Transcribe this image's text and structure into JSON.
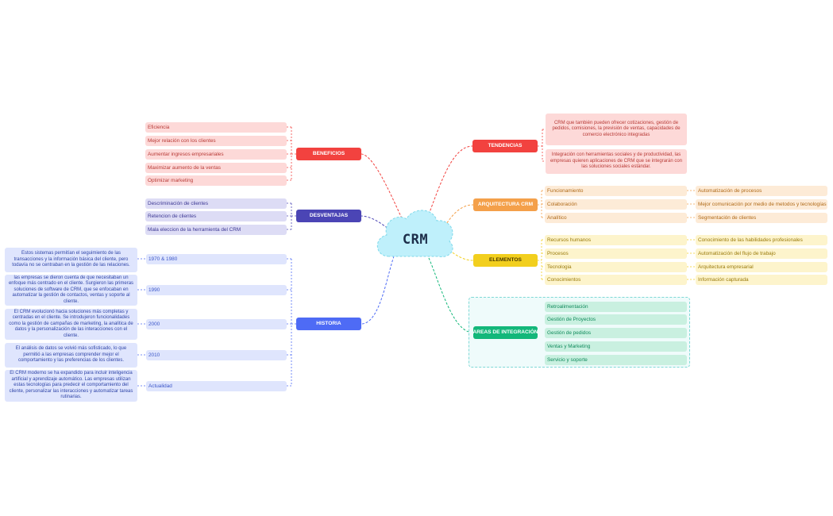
{
  "center": {
    "title": "CRM",
    "color": "#bff0fb"
  },
  "colors": {
    "beneficios": "#f2423f",
    "desventajas": "#4b45b5",
    "historia": "#4e6bf5",
    "tendencias": "#f2423f",
    "arquitectura": "#f4a04a",
    "elementos": "#f2cf1e",
    "integracion": "#13b77a"
  },
  "beneficios": {
    "label": "BENEFICIOS",
    "items": [
      "Eficiencia",
      "Mejor relación con los clientes",
      "Aumentar ingresos empresariales",
      "Maximizar aumento de la ventas",
      "Optimizar marketing"
    ]
  },
  "desventajas": {
    "label": "DESVENTAJAS",
    "items": [
      "Descriminación de clientes",
      "Retencion de clientes",
      "Mala eleccion de la herramienta del CRM"
    ]
  },
  "historia": {
    "label": "HISTORIA",
    "items": [
      {
        "period": "1970 & 1980",
        "text": "Estos sistemas permitían el seguimiento de las transacciones y la información básica del cliente, pero todavía no se centraban en la gestión de las relaciones."
      },
      {
        "period": "1990",
        "text": "las empresas se dieron cuenta de que necesitaban un enfoque más centrado en el cliente. Surgieron las primeras soluciones de software de CRM, que se enfocaban en automatizar la gestión de contactos, ventas y soporte al cliente."
      },
      {
        "period": "2000",
        "text": "El CRM evolucionó hacia soluciones más completas y centradas en el cliente. Se introdujeron funcionalidades como la gestión de campañas de marketing, la analítica de datos y la personalización de las interacciones con el cliente."
      },
      {
        "period": "2010",
        "text": "El análisis de datos se volvió más sofisticado, lo que permitió a las empresas comprender mejor el comportamiento y las preferencias de los clientes."
      },
      {
        "period": "Actualidad",
        "text": "El CRM moderno se ha expandido para incluir inteligencia artificial y aprendizaje automático. Las empresas utilizan estas tecnologías para predecir el comportamiento del cliente, personalizar las interacciones y automatizar tareas rutinarias."
      }
    ]
  },
  "tendencias": {
    "label": "TENDENCIAS",
    "items": [
      "CRM que también pueden ofrecer cotizaciones, gestión de pedidos, comisiones, la previsión de ventas, capacidades de comercio electrónico integradas",
      "Integración con herramientas sociales y de productividad, las empresas quieren aplicaciones de CRM que se integrarán con las soluciones sociales estándar."
    ]
  },
  "arquitectura": {
    "label": "ARQUITECTURA CRM",
    "items": [
      {
        "name": "Funcionamiento",
        "detail": "Automatización de procesos"
      },
      {
        "name": "Colaboración",
        "detail": "Mejor comunicación por medio de metodos y tecnologías"
      },
      {
        "name": "Analítico",
        "detail": "Segmentación de clientes"
      }
    ]
  },
  "elementos": {
    "label": "ELEMENTOS",
    "items": [
      {
        "name": "Recursos humanos",
        "detail": "Conocimiento de las habilidades profesionales"
      },
      {
        "name": "Procesos",
        "detail": "Automatización del flujo de trabajo"
      },
      {
        "name": "Tecnologia",
        "detail": "Arquitectura empresarial"
      },
      {
        "name": "Conocimientos",
        "detail": "Información capturada"
      }
    ]
  },
  "integracion": {
    "label": "AREAS DE INTEGRACIÓN",
    "items": [
      "Retroalimentación",
      "Gestión de Proyectos",
      "Gestión de pedidos",
      "Ventas y Marketing",
      "Servicio y soporte"
    ]
  }
}
